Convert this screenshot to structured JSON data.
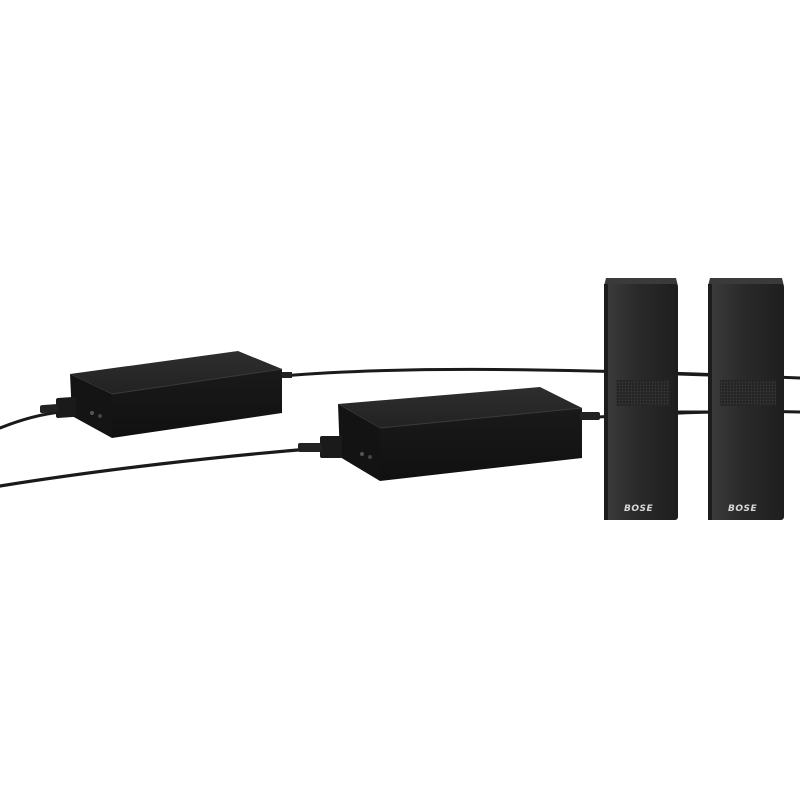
{
  "scene": {
    "background": "#ffffff",
    "colors": {
      "cable": "#1a1a1a",
      "receiver_body": "#1c1c1c",
      "receiver_top": "#2b2b2b",
      "speaker_body": "#2a2a2a",
      "speaker_top": "#3a3a3a",
      "logo": "#d9d9d9"
    },
    "products": {
      "wireless_receivers": 2,
      "speakers": 2
    },
    "speaker_left": {
      "logo_text": "BOSE"
    },
    "speaker_right": {
      "logo_text": "BOSE"
    }
  }
}
